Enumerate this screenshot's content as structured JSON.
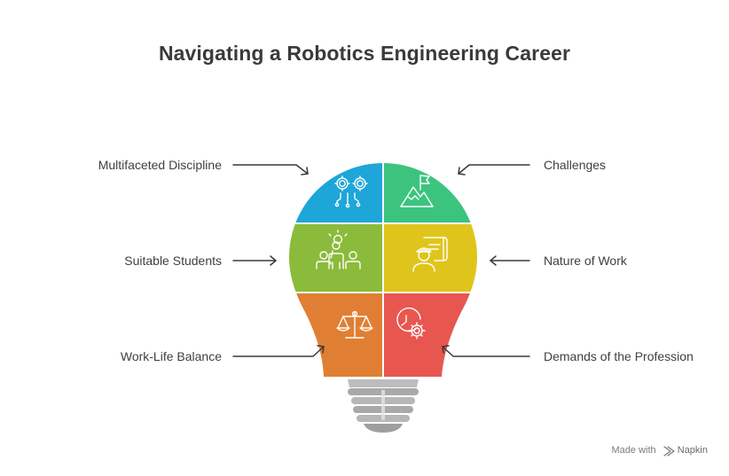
{
  "title": "Navigating a Robotics Engineering Career",
  "segments": [
    {
      "label": "Multifaceted Discipline",
      "side": "left",
      "color": "#1ea6d9",
      "icon": "gears-circuit-icon"
    },
    {
      "label": "Challenges",
      "side": "right",
      "color": "#3cc47f",
      "icon": "mountain-flag-icon"
    },
    {
      "label": "Suitable Students",
      "side": "left",
      "color": "#8bbb3a",
      "icon": "students-idea-icon"
    },
    {
      "label": "Nature of Work",
      "side": "right",
      "color": "#dfc51b",
      "icon": "engineer-blueprint-icon"
    },
    {
      "label": "Work-Life Balance",
      "side": "left",
      "color": "#e07f33",
      "icon": "balance-scale-icon"
    },
    {
      "label": "Demands of the Profession",
      "side": "right",
      "color": "#e85650",
      "icon": "clock-gear-icon"
    }
  ],
  "footer": {
    "made_with": "Made with",
    "brand": "Napkin"
  }
}
